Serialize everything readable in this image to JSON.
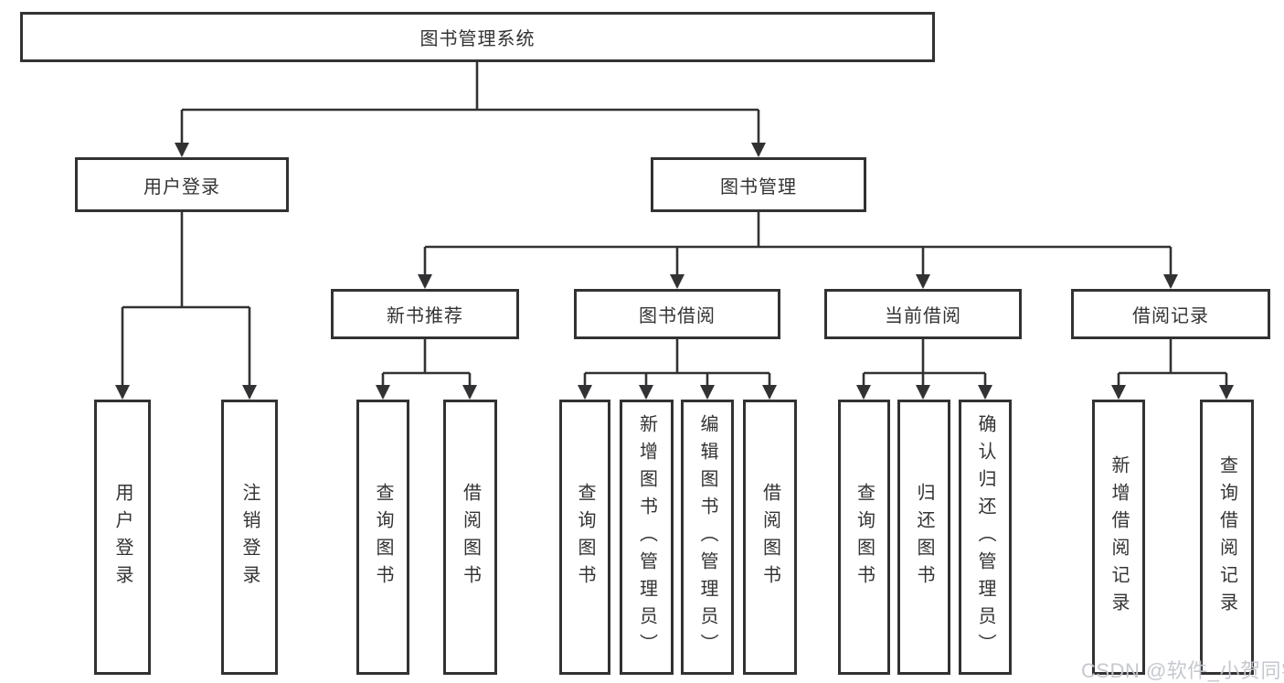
{
  "tree": {
    "root": "图书管理系统",
    "children": [
      {
        "label": "用户登录",
        "leaves": [
          "用户登录",
          "注销登录"
        ]
      },
      {
        "label": "图书管理",
        "children": [
          {
            "label": "新书推荐",
            "leaves": [
              "查询图书",
              "借阅图书"
            ]
          },
          {
            "label": "图书借阅",
            "leaves": [
              "查询图书",
              "新增图书（管理员）",
              "编辑图书（管理员）",
              "借阅图书"
            ]
          },
          {
            "label": "当前借阅",
            "leaves": [
              "查询图书",
              "归还图书",
              "确认归还（管理员）"
            ]
          },
          {
            "label": "借阅记录",
            "leaves": [
              "新增借阅记录",
              "查询借阅记录"
            ]
          }
        ]
      }
    ]
  },
  "watermark": {
    "text": "CSDN @软件_小贺同学"
  },
  "colors": {
    "line": "#323234",
    "box_border": "#323234",
    "text": "#333333",
    "watermark": "#c3c6ce",
    "background": "#ffffff"
  }
}
